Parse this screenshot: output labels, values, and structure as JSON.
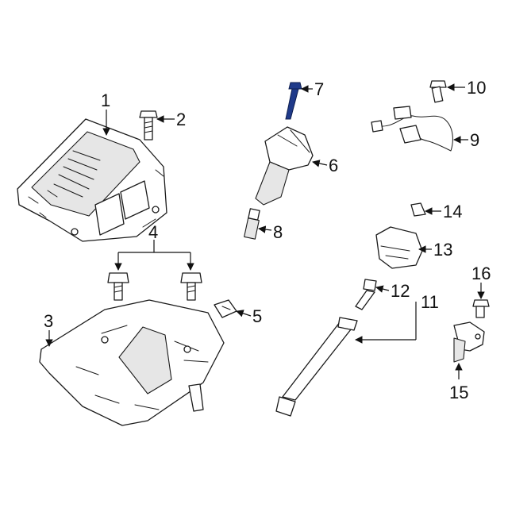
{
  "colors": {
    "background": "#ffffff",
    "line": "#1a1a1a",
    "highlight": "#1f3a8a"
  },
  "callouts": {
    "c1": "1",
    "c2": "2",
    "c3": "3",
    "c4": "4",
    "c5": "5",
    "c6": "6",
    "c7": "7",
    "c8": "8",
    "c9": "9",
    "c10": "10",
    "c11": "11",
    "c12": "12",
    "c13": "13",
    "c14": "14",
    "c15": "15",
    "c16": "16"
  }
}
